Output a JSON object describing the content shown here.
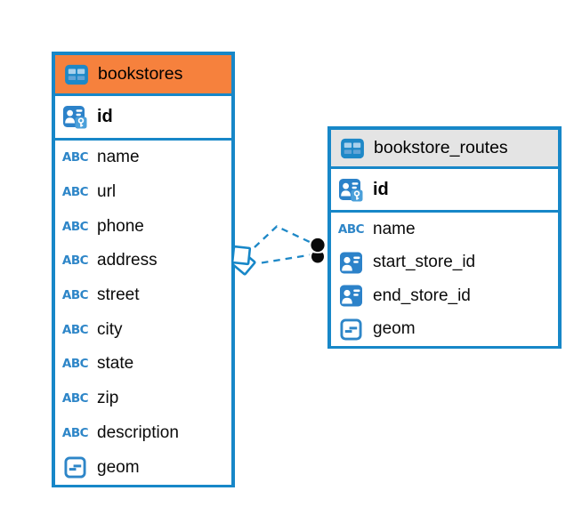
{
  "diagram": {
    "tables": [
      {
        "name": "bookstores",
        "header_style": "highlighted-orange",
        "columns": [
          {
            "name": "id",
            "type": "primary-key"
          },
          {
            "name": "name",
            "type": "varchar"
          },
          {
            "name": "url",
            "type": "varchar"
          },
          {
            "name": "phone",
            "type": "varchar"
          },
          {
            "name": "address",
            "type": "varchar"
          },
          {
            "name": "street",
            "type": "varchar"
          },
          {
            "name": "city",
            "type": "varchar"
          },
          {
            "name": "state",
            "type": "varchar"
          },
          {
            "name": "zip",
            "type": "varchar"
          },
          {
            "name": "description",
            "type": "varchar"
          },
          {
            "name": "geom",
            "type": "geometry"
          }
        ]
      },
      {
        "name": "bookstore_routes",
        "header_style": "gray",
        "columns": [
          {
            "name": "id",
            "type": "primary-key"
          },
          {
            "name": "name",
            "type": "varchar"
          },
          {
            "name": "start_store_id",
            "type": "foreign-key"
          },
          {
            "name": "end_store_id",
            "type": "foreign-key"
          },
          {
            "name": "geom",
            "type": "geometry"
          }
        ]
      }
    ],
    "relation": {
      "from_table": "bookstores",
      "to_table": "bookstore_routes",
      "line_style": "dashed"
    }
  },
  "icons": {
    "varchar_glyph": "ABC"
  },
  "colors": {
    "table_border_blue": "#1787C8",
    "header_orange": "#F6813D",
    "header_gray": "#E4E4E4",
    "icon_blue": "#2C82C9",
    "icon_cell_light": "#8FC2E6",
    "dash_blue": "#1E88C7",
    "marker_black": "#0a0a0a"
  }
}
